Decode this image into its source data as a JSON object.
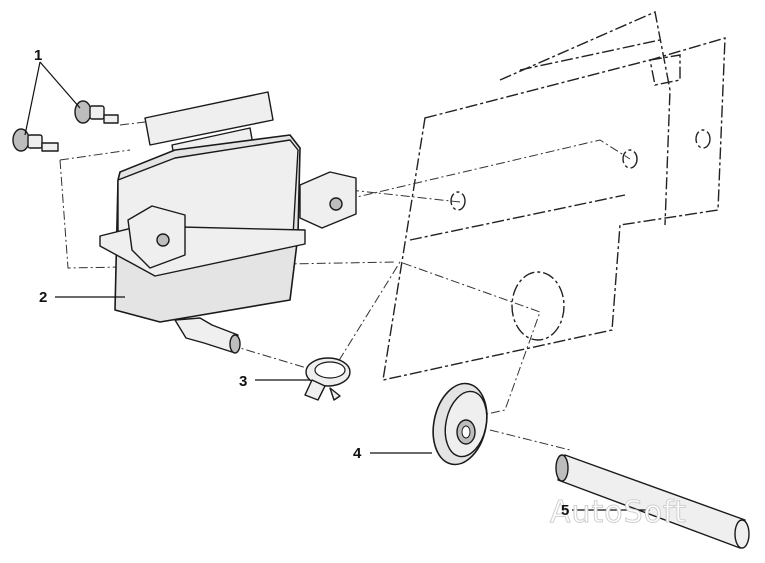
{
  "callouts": [
    {
      "id": "1",
      "label": "1"
    },
    {
      "id": "2",
      "label": "2"
    },
    {
      "id": "3",
      "label": "3"
    },
    {
      "id": "4",
      "label": "4"
    },
    {
      "id": "5",
      "label": "5"
    }
  ],
  "watermark": "AutoSoft",
  "colors": {
    "line": "#1a1a1a",
    "fill": "#e4e4e4",
    "shade": "#bdbdbd",
    "background": "#ffffff"
  }
}
